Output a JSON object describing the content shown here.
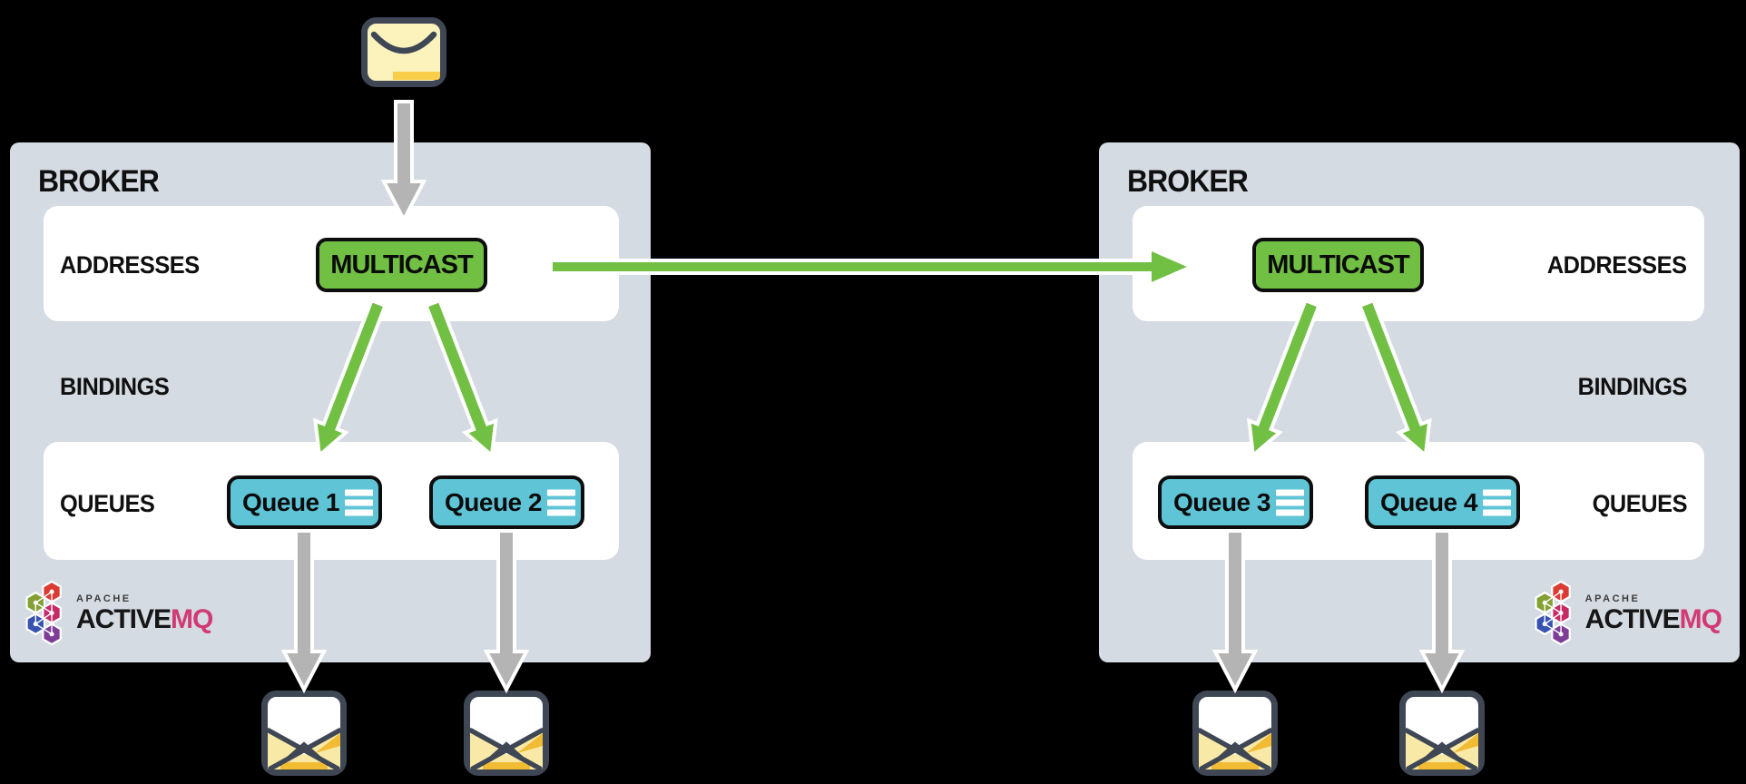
{
  "colors": {
    "background": "#000000",
    "broker_panel": "#d5dbe2",
    "panel_row": "#ffffff",
    "accent_green": "#71c044",
    "accent_cyan": "#5ec4d6",
    "arrow_gray": "#b4b4b4",
    "outline_dark": "#0d0d0d",
    "envelope_border": "#3f4654",
    "envelope_cream": "#fbf2bc",
    "envelope_yellow": "#f9ce4b",
    "envelope_paper_yellow": "#f9e9a6",
    "envelope_accent_orange": "#f1bb33",
    "logo_mq_pink": "#d13a74"
  },
  "producer": {
    "icon": "closed-envelope-icon"
  },
  "consumers": [
    {
      "icon": "open-envelope-icon"
    },
    {
      "icon": "open-envelope-icon"
    },
    {
      "icon": "open-envelope-icon"
    },
    {
      "icon": "open-envelope-icon"
    }
  ],
  "brokers": [
    {
      "title": "BROKER",
      "sections": {
        "addresses": "ADDRESSES",
        "bindings": "BINDINGS",
        "queues": "QUEUES"
      },
      "address_node": {
        "label": "MULTICAST"
      },
      "queue_nodes": [
        {
          "label": "Queue 1"
        },
        {
          "label": "Queue 2"
        }
      ],
      "logo": {
        "apache": "APACHE",
        "active": "ACTIVE",
        "mq": "MQ"
      }
    },
    {
      "title": "BROKER",
      "sections": {
        "addresses": "ADDRESSES",
        "bindings": "BINDINGS",
        "queues": "QUEUES"
      },
      "address_node": {
        "label": "MULTICAST"
      },
      "queue_nodes": [
        {
          "label": "Queue 3"
        },
        {
          "label": "Queue 4"
        }
      ],
      "logo": {
        "apache": "APACHE",
        "active": "ACTIVE",
        "mq": "MQ"
      }
    }
  ]
}
